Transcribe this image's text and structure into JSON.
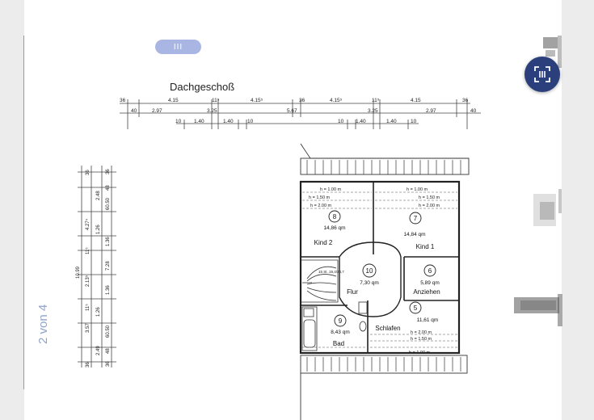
{
  "nav_pill": {
    "label": "III"
  },
  "page_indicator": "2 von 4",
  "plan": {
    "title": "Dachgeschoß",
    "dims_top": [
      "36",
      "4.15",
      "11⁵",
      "4.15⁵",
      "36",
      "4.15⁵",
      "11⁵",
      "4.15",
      "36"
    ],
    "dims_mid": [
      "40",
      "2.97",
      "3.25",
      "5.67",
      "3.25",
      "2.97",
      "40"
    ],
    "dims_low": [
      "10",
      "1.40",
      "1.40",
      "10",
      "10",
      "1.40",
      "1.40",
      "10"
    ],
    "dims_side_a": [
      "36",
      "2.48",
      "4.27⁴",
      "11⁵",
      "2.13⁵",
      "11⁵",
      "3.57",
      "2.49",
      "36"
    ],
    "dims_side_total": "10.99",
    "dims_side_b": [
      "36",
      "48",
      "60.50",
      "1.26",
      "1.36",
      "7.28",
      "1.36",
      "1.26",
      "60.50",
      "48",
      "36"
    ],
    "rooms": [
      {
        "num": "8",
        "area": "14,86 qm",
        "name": "Kind 2"
      },
      {
        "num": "7",
        "area": "14,84 qm",
        "name": "Kind 1"
      },
      {
        "num": "10",
        "area": "7,30 qm",
        "name": "Flur"
      },
      {
        "num": "6",
        "area": "5,89 qm",
        "name": "Anziehen"
      },
      {
        "num": "5",
        "area": "11,61 qm",
        "name": "Schlafen"
      },
      {
        "num": "9",
        "area": "8,43 qm",
        "name": "Bad"
      }
    ],
    "heights": {
      "h100": "h = 1.00 m",
      "h150": "h = 1.50 m",
      "h200": "h = 2.00 m"
    },
    "stair_note": "15 St. 19,4/24,7"
  }
}
